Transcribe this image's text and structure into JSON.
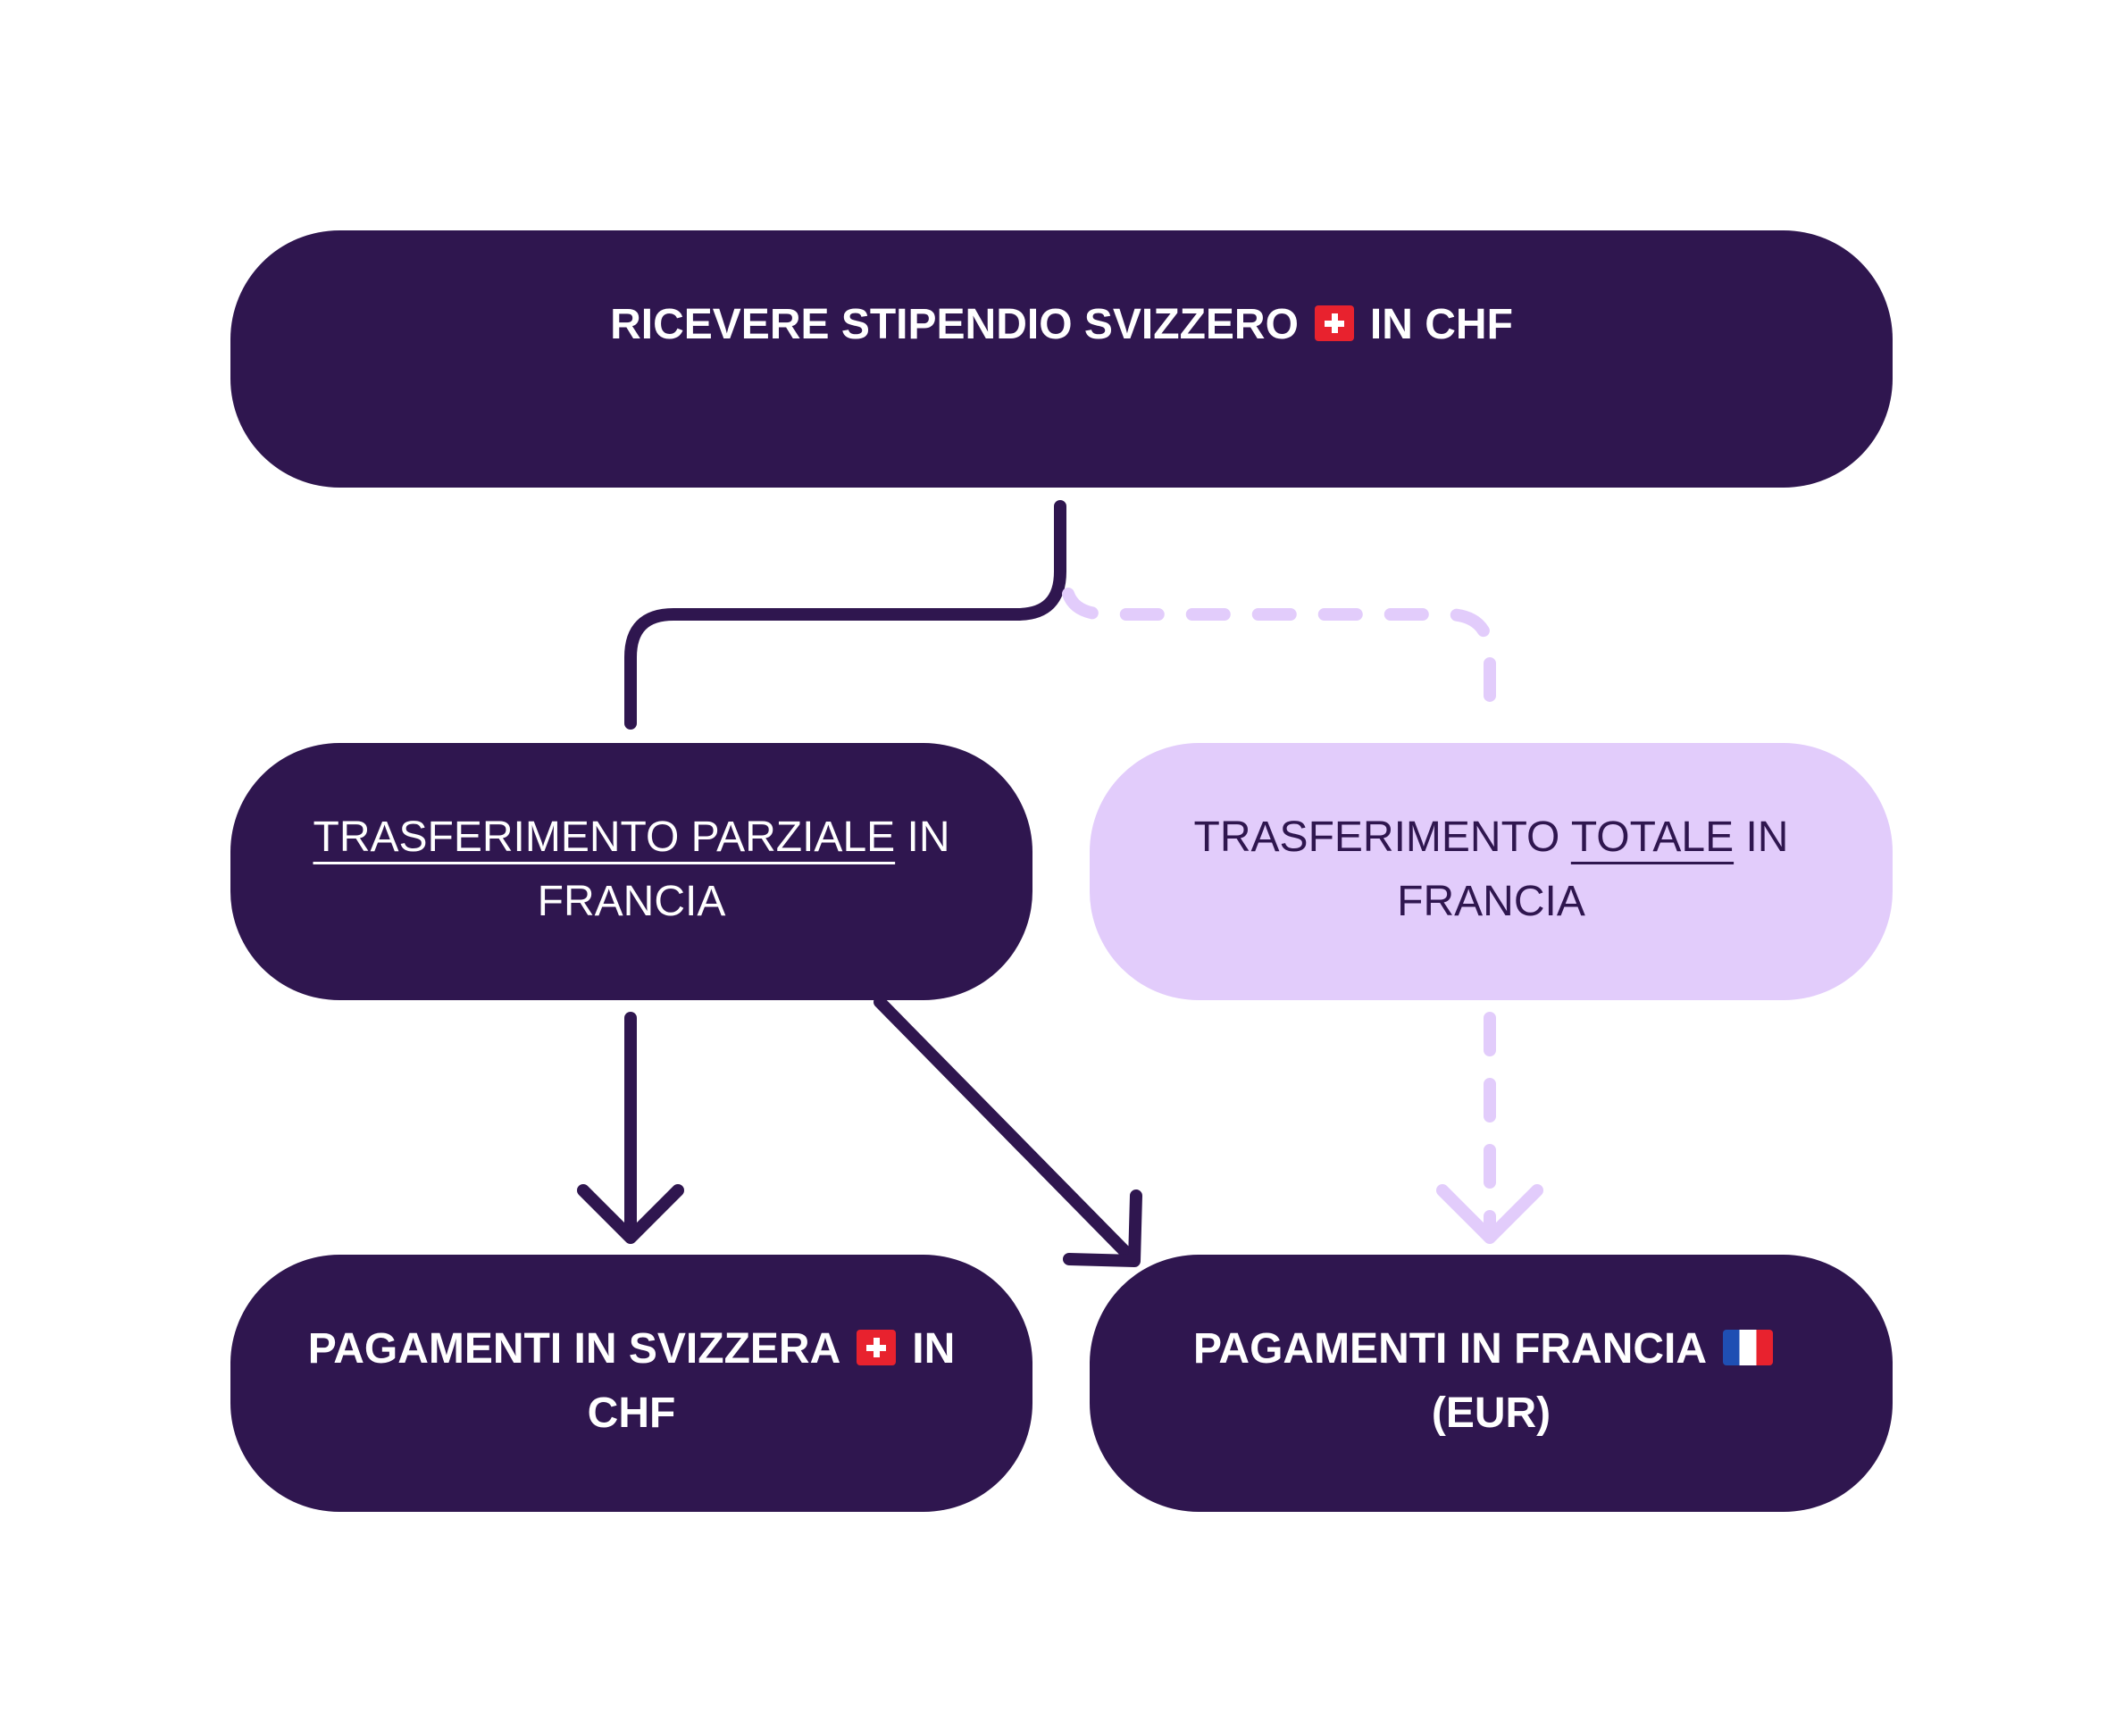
{
  "nodes": {
    "top": {
      "text_before": "RICEVERE STIPENDIO SVIZZERO",
      "flag": "swiss-flag-icon",
      "text_after": "IN CHF"
    },
    "partial": {
      "underlined": "TRASFERIMENTO PARZIALE",
      "rest_line1": "IN",
      "line2": "FRANCIA"
    },
    "total": {
      "prefix": "TRASFERIMENTO",
      "underlined": "TOTALE",
      "suffix": "IN",
      "line2": "FRANCIA"
    },
    "pay_ch": {
      "text_before": "PAGAMENTI IN SVIZZERA",
      "flag": "swiss-flag-icon",
      "text_after": "IN",
      "line2": "CHF"
    },
    "pay_fr": {
      "text_before": "PAGAMENTI IN FRANCIA",
      "flag": "french-flag-icon",
      "text_after": "(EUR)"
    }
  },
  "colors": {
    "dark": "#2f164f",
    "light": "#e2ccfb",
    "text_on_dark": "#ffffff",
    "text_on_light": "#2f164f"
  },
  "edges": [
    {
      "from": "top",
      "to": "partial",
      "style": "solid"
    },
    {
      "from": "top",
      "to": "total",
      "style": "dashed"
    },
    {
      "from": "partial",
      "to": "pay_ch",
      "style": "solid-arrow"
    },
    {
      "from": "partial",
      "to": "pay_fr",
      "style": "solid-arrow"
    },
    {
      "from": "total",
      "to": "pay_fr",
      "style": "dashed-arrow"
    }
  ]
}
